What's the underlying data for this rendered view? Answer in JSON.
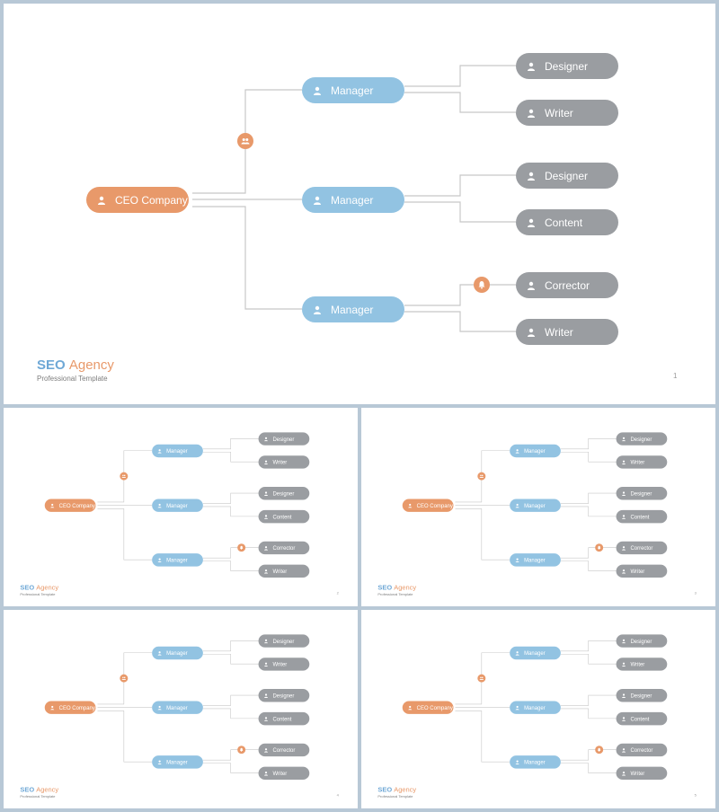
{
  "colors": {
    "ceo": "#e8996a",
    "manager": "#92c3e2",
    "staff": "#9a9da1",
    "connector": "#c8c8c8",
    "brand_seo": "#6fa8d6",
    "brand_agency": "#e8996a",
    "background": "#b8c8d6"
  },
  "slides": [
    {
      "ceo": {
        "label": "CEO Company",
        "icon": "person-icon"
      },
      "managers": [
        {
          "label": "Manager",
          "icon": "person-icon"
        },
        {
          "label": "Manager",
          "icon": "person-icon"
        },
        {
          "label": "Manager",
          "icon": "person-icon"
        }
      ],
      "staff": [
        {
          "label": "Designer",
          "icon": "person-icon"
        },
        {
          "label": "Writer",
          "icon": "person-icon"
        },
        {
          "label": "Designer",
          "icon": "person-icon"
        },
        {
          "label": "Content",
          "icon": "person-icon"
        },
        {
          "label": "Corrector",
          "icon": "person-icon"
        },
        {
          "label": "Writer",
          "icon": "person-icon"
        }
      ],
      "markers": [
        {
          "icon": "people-group-icon"
        },
        {
          "icon": "bell-icon"
        }
      ],
      "brand": {
        "seo": "SEO",
        "agency": "Agency",
        "subtitle": "Professional Template"
      },
      "page_number": "1"
    },
    {
      "ceo": {
        "label": "CEO Company",
        "icon": "person-icon"
      },
      "managers": [
        {
          "label": "Manager",
          "icon": "person-icon"
        },
        {
          "label": "Manager",
          "icon": "person-icon"
        },
        {
          "label": "Manager",
          "icon": "person-icon"
        }
      ],
      "staff": [
        {
          "label": "Designer",
          "icon": "person-icon"
        },
        {
          "label": "Writer",
          "icon": "person-icon"
        },
        {
          "label": "Designer",
          "icon": "person-icon"
        },
        {
          "label": "Content",
          "icon": "person-icon"
        },
        {
          "label": "Corrector",
          "icon": "person-icon"
        },
        {
          "label": "Writer",
          "icon": "person-icon"
        }
      ],
      "markers": [
        {
          "icon": "people-group-icon"
        },
        {
          "icon": "bell-icon"
        }
      ],
      "brand": {
        "seo": "SEO",
        "agency": "Agency",
        "subtitle": "Professional Template"
      },
      "page_number": "2"
    },
    {
      "ceo": {
        "label": "CEO Company",
        "icon": "person-icon"
      },
      "managers": [
        {
          "label": "Manager",
          "icon": "person-icon"
        },
        {
          "label": "Manager",
          "icon": "person-icon"
        },
        {
          "label": "Manager",
          "icon": "person-icon"
        }
      ],
      "staff": [
        {
          "label": "Designer",
          "icon": "person-icon"
        },
        {
          "label": "Writer",
          "icon": "person-icon"
        },
        {
          "label": "Designer",
          "icon": "person-icon"
        },
        {
          "label": "Content",
          "icon": "person-icon"
        },
        {
          "label": "Corrector",
          "icon": "person-icon"
        },
        {
          "label": "Writer",
          "icon": "person-icon"
        }
      ],
      "markers": [
        {
          "icon": "people-group-icon"
        },
        {
          "icon": "bell-icon"
        }
      ],
      "brand": {
        "seo": "SEO",
        "agency": "Agency",
        "subtitle": "Professional Template"
      },
      "page_number": "3"
    },
    {
      "ceo": {
        "label": "CEO Company",
        "icon": "person-icon"
      },
      "managers": [
        {
          "label": "Manager",
          "icon": "person-icon"
        },
        {
          "label": "Manager",
          "icon": "person-icon"
        },
        {
          "label": "Manager",
          "icon": "person-icon"
        }
      ],
      "staff": [
        {
          "label": "Designer",
          "icon": "person-icon"
        },
        {
          "label": "Writer",
          "icon": "person-icon"
        },
        {
          "label": "Designer",
          "icon": "person-icon"
        },
        {
          "label": "Content",
          "icon": "person-icon"
        },
        {
          "label": "Corrector",
          "icon": "person-icon"
        },
        {
          "label": "Writer",
          "icon": "person-icon"
        }
      ],
      "markers": [
        {
          "icon": "people-group-icon"
        },
        {
          "icon": "bell-icon"
        }
      ],
      "brand": {
        "seo": "SEO",
        "agency": "Agency",
        "subtitle": "Professional Template"
      },
      "page_number": "4"
    },
    {
      "ceo": {
        "label": "CEO Company",
        "icon": "person-icon"
      },
      "managers": [
        {
          "label": "Manager",
          "icon": "person-icon"
        },
        {
          "label": "Manager",
          "icon": "person-icon"
        },
        {
          "label": "Manager",
          "icon": "person-icon"
        }
      ],
      "staff": [
        {
          "label": "Designer",
          "icon": "person-icon"
        },
        {
          "label": "Writer",
          "icon": "person-icon"
        },
        {
          "label": "Designer",
          "icon": "person-icon"
        },
        {
          "label": "Content",
          "icon": "person-icon"
        },
        {
          "label": "Corrector",
          "icon": "person-icon"
        },
        {
          "label": "Writer",
          "icon": "person-icon"
        }
      ],
      "markers": [
        {
          "icon": "people-group-icon"
        },
        {
          "icon": "bell-icon"
        }
      ],
      "brand": {
        "seo": "SEO",
        "agency": "Agency",
        "subtitle": "Professional Template"
      },
      "page_number": "5"
    }
  ]
}
